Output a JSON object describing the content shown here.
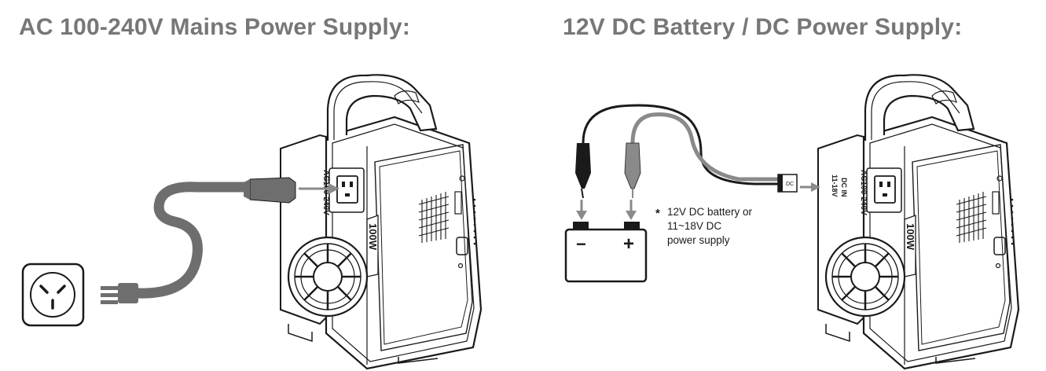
{
  "headings": {
    "ac": "AC 100-240V Mains Power Supply:",
    "dc": "12V DC Battery / DC Power Supply:"
  },
  "device": {
    "ac_port_label": "AC100-240V~",
    "dc_port_label": "DC IN",
    "dc_port_range": "11-18V",
    "badge": "100W"
  },
  "note": {
    "asterisk": "*",
    "line1": "12V  DC battery or",
    "line2": "11~18V DC",
    "line3": "power supply"
  },
  "battery": {
    "minus": "−",
    "plus": "+"
  },
  "plug_label": "DC",
  "colors": {
    "heading": "#777777",
    "cable": "#6e6e6e",
    "outline": "#1a1a1a",
    "arrow": "#8a8a8a"
  }
}
